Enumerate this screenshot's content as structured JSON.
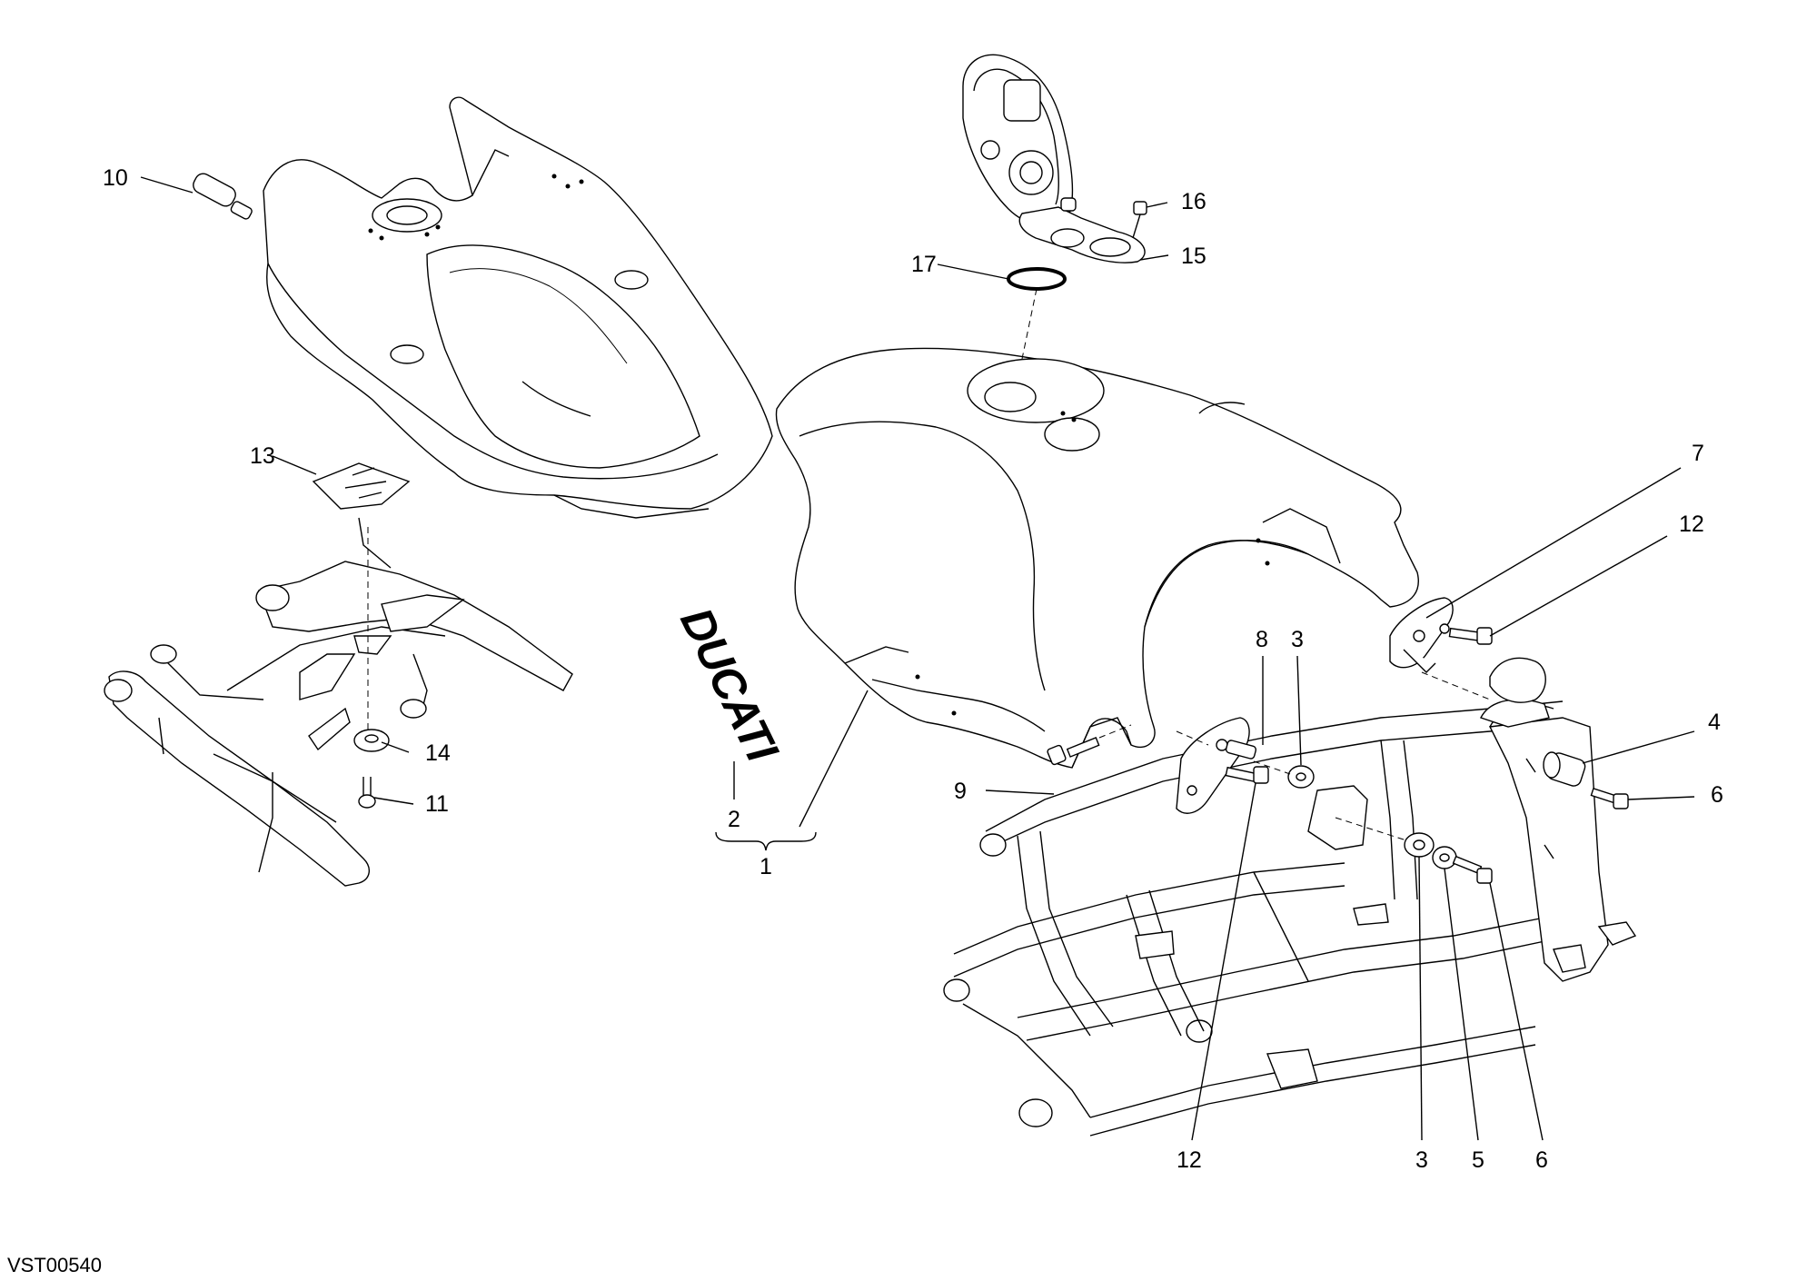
{
  "drawing_code": "VST00540",
  "decal_text": "DUCATI",
  "callouts": {
    "c1": "1",
    "c2": "2",
    "c3a": "3",
    "c3b": "3",
    "c4": "4",
    "c5": "5",
    "c6a": "6",
    "c6b": "6",
    "c7": "7",
    "c8": "8",
    "c9": "9",
    "c10": "10",
    "c11": "11",
    "c12a": "12",
    "c12b": "12",
    "c13": "13",
    "c14": "14",
    "c15": "15",
    "c16": "16",
    "c17": "17"
  }
}
